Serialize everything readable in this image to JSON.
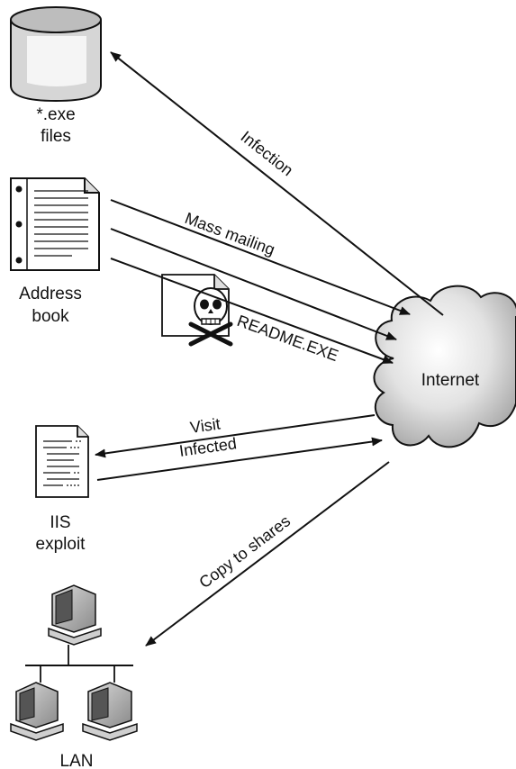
{
  "nodes": {
    "exe_files": {
      "label_line1": "*.exe",
      "label_line2": "files",
      "icon": "database-cylinder-icon"
    },
    "address_book": {
      "label_line1": "Address",
      "label_line2": "book",
      "icon": "address-book-icon"
    },
    "iis_exploit": {
      "label_line1": "IIS",
      "label_line2": "exploit",
      "icon": "document-icon"
    },
    "lan": {
      "label": "LAN",
      "icon": "network-computers-icon"
    },
    "internet": {
      "label": "Internet",
      "icon": "cloud-icon"
    },
    "readme_attachment": {
      "icon": "skull-document-icon"
    }
  },
  "edges": {
    "infection": "Infection",
    "mass_mailing": "Mass mailing",
    "readme": "README.EXE",
    "visit": "Visit",
    "infected": "Infected",
    "copy_to_shares": "Copy to shares"
  },
  "colors": {
    "stroke": "#111111",
    "fill_light": "#e6e6e6",
    "fill_mid": "#bdbdbd",
    "fill_dark": "#7a7a7a"
  }
}
